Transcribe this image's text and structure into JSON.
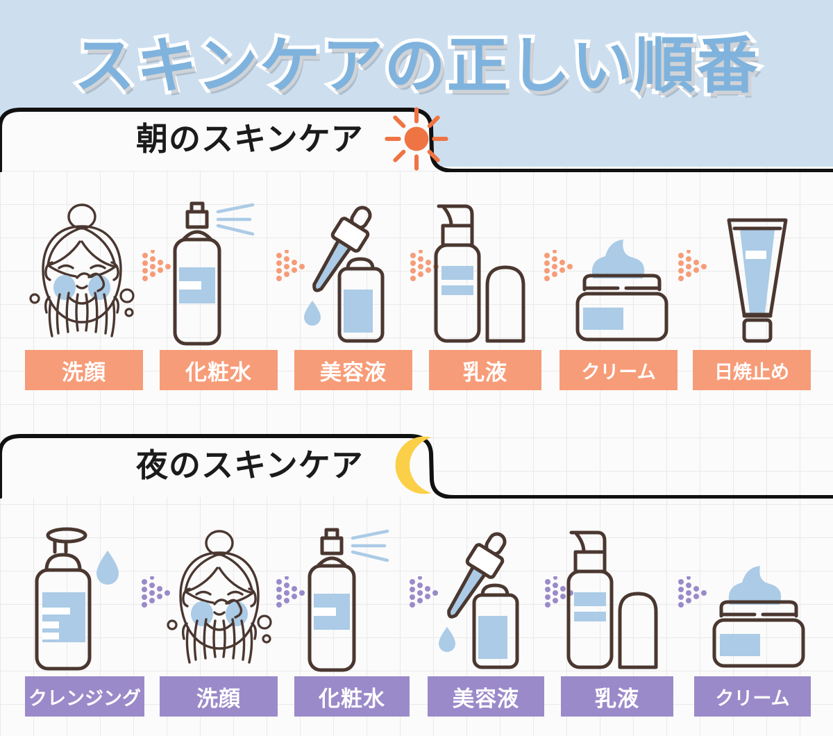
{
  "header": {
    "title": "スキンケアの正しい順番",
    "title_color": "#7fb3dd",
    "band_color": "#cddfef"
  },
  "sections": [
    {
      "id": "morning",
      "tab_label": "朝のスキンケア",
      "icon": "sun-icon",
      "icon_color": "#ef7444",
      "accent_color": "#f79c78",
      "arrow_color": "#f79c78",
      "steps": [
        {
          "label": "洗顔",
          "icon": "face-washing-icon"
        },
        {
          "label": "化粧水",
          "icon": "spray-bottle-icon"
        },
        {
          "label": "美容液",
          "icon": "dropper-serum-icon"
        },
        {
          "label": "乳液",
          "icon": "pump-bottle-icon"
        },
        {
          "label": "クリーム",
          "icon": "cream-jar-icon"
        },
        {
          "label": "日焼止め",
          "icon": "sunscreen-tube-icon"
        }
      ]
    },
    {
      "id": "night",
      "tab_label": "夜のスキンケア",
      "icon": "crescent-moon-icon",
      "icon_color": "#fbcf47",
      "accent_color": "#9b8ac9",
      "arrow_color": "#9b8ac9",
      "steps": [
        {
          "label": "クレンジング",
          "icon": "cleansing-dispenser-icon"
        },
        {
          "label": "洗顔",
          "icon": "face-washing-icon"
        },
        {
          "label": "化粧水",
          "icon": "spray-bottle-icon"
        },
        {
          "label": "美容液",
          "icon": "dropper-serum-icon"
        },
        {
          "label": "乳液",
          "icon": "pump-bottle-icon"
        },
        {
          "label": "クリーム",
          "icon": "cream-jar-icon"
        }
      ]
    }
  ],
  "palette": {
    "outline": "#4a3730",
    "fill_blue": "#abcbe6",
    "background": "#fbfbfb",
    "grid_line": "#e9e9e9"
  }
}
